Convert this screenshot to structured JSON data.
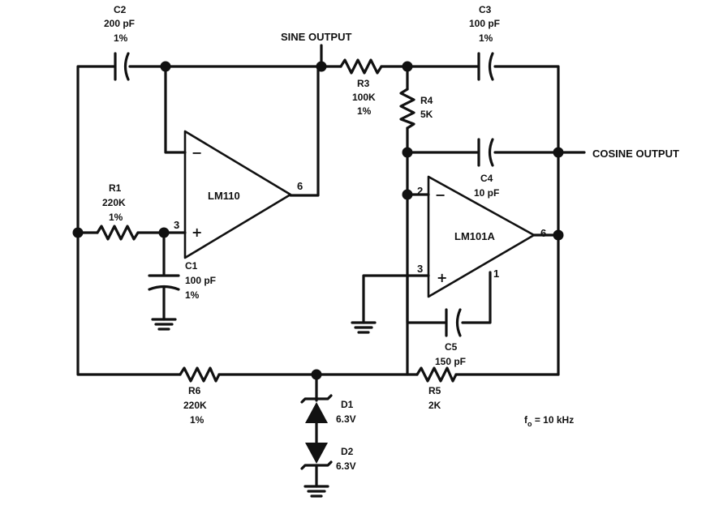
{
  "components": {
    "c2": {
      "ref": "C2",
      "value": "200 pF",
      "tol": "1%"
    },
    "c3": {
      "ref": "C3",
      "value": "100 pF",
      "tol": "1%"
    },
    "c1": {
      "ref": "C1",
      "value": "100 pF",
      "tol": "1%"
    },
    "c4": {
      "ref": "C4",
      "value": "10 pF"
    },
    "c5": {
      "ref": "C5",
      "value": "150 pF"
    },
    "r1": {
      "ref": "R1",
      "value": "220K",
      "tol": "1%"
    },
    "r3": {
      "ref": "R3",
      "value": "100K",
      "tol": "1%"
    },
    "r4": {
      "ref": "R4",
      "value": "5K"
    },
    "r5": {
      "ref": "R5",
      "value": "2K"
    },
    "r6": {
      "ref": "R6",
      "value": "220K",
      "tol": "1%"
    },
    "d1": {
      "ref": "D1",
      "value": "6.3V"
    },
    "d2": {
      "ref": "D2",
      "value": "6.3V"
    }
  },
  "opamps": {
    "u1": {
      "name": "LM110",
      "pin_inv": "−",
      "pin_noninv": "+",
      "pin_out": "6",
      "pin_in": "3"
    },
    "u2": {
      "name": "LM101A",
      "pin_inv": "−",
      "pin_noninv": "+",
      "pin2": "2",
      "pin3": "3",
      "pin6": "6",
      "pin1": "1"
    }
  },
  "outputs": {
    "sine": "SINE OUTPUT",
    "cosine": "COSINE OUTPUT"
  },
  "note": {
    "f": "f",
    "sub": "o",
    "rest": " = 10 kHz"
  }
}
